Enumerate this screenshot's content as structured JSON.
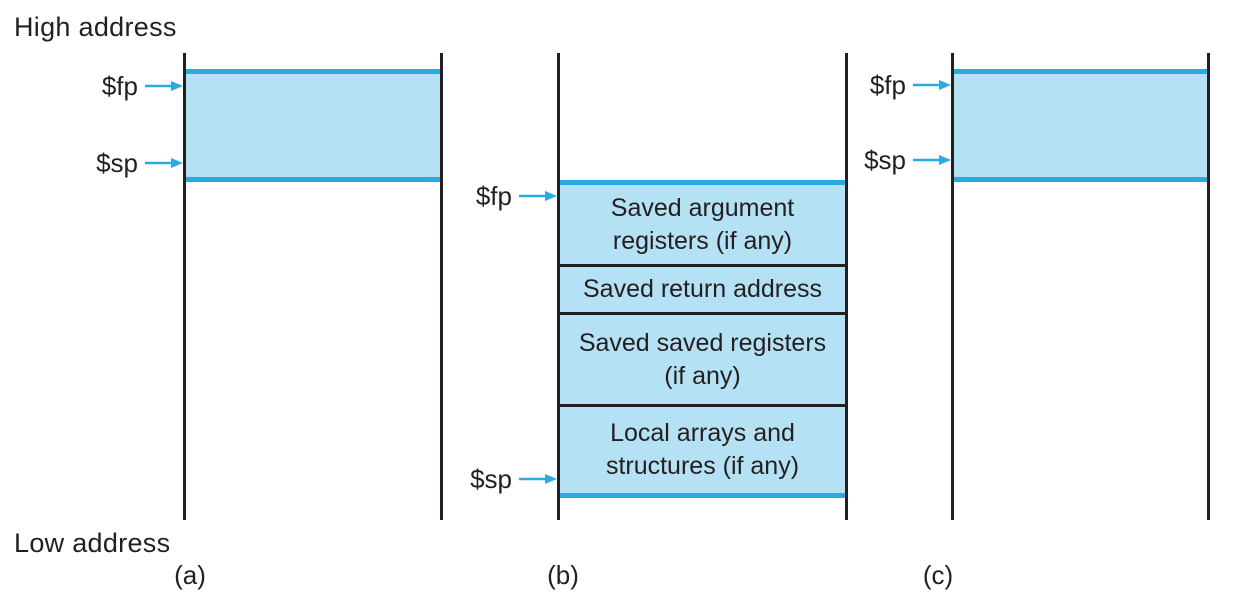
{
  "figure": {
    "description": "Stack frame allocation diagram with three stack snapshots",
    "labels": {
      "high_address": "High address",
      "low_address": "Low address",
      "fp": "$fp",
      "sp": "$sp",
      "sub_a": "(a)",
      "sub_b": "(b)",
      "sub_c": "(c)"
    },
    "frame_b": {
      "cells": [
        "Saved argument registers (if any)",
        "Saved return address",
        "Saved saved registers (if any)",
        "Local arrays and structures (if any)"
      ]
    },
    "colors": {
      "accent_cyan": "#29abe2",
      "fill_light_blue": "#b5e1f4",
      "line_black": "#231f20"
    }
  }
}
